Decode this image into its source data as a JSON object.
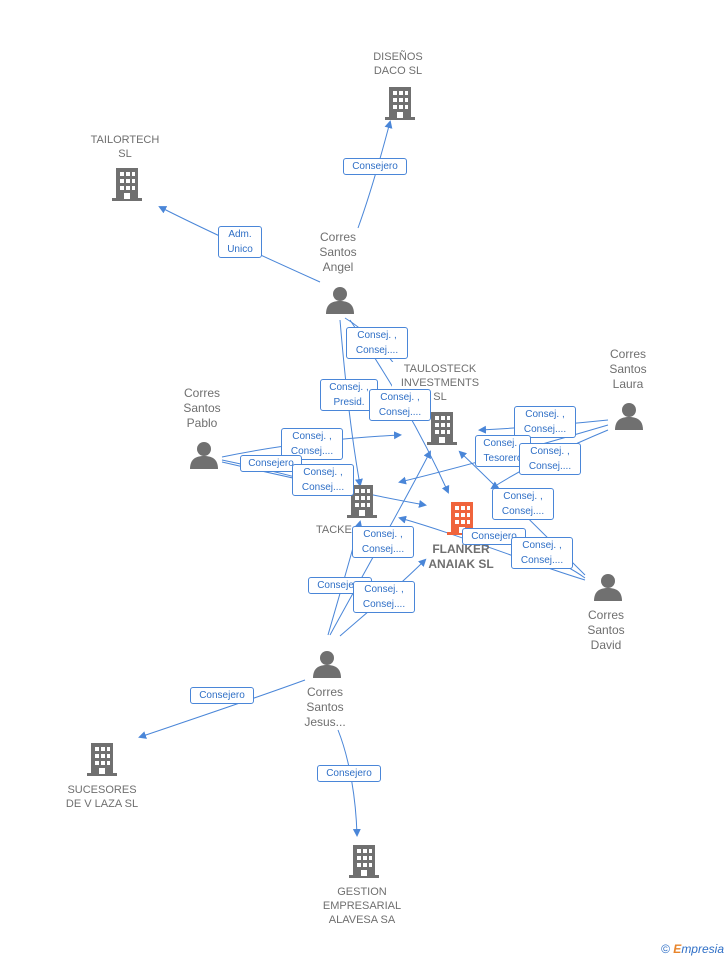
{
  "nodes": {
    "disenos": {
      "label": "DISEÑOS\nDACO  SL",
      "type": "company"
    },
    "tailortech": {
      "label": "TAILORTECH\nSL",
      "type": "company"
    },
    "angel": {
      "label": "Corres\nSantos\nAngel",
      "type": "person"
    },
    "taulosteck": {
      "label": "TAULOSTECK\nINVESTMENTS\nSL",
      "type": "company"
    },
    "pablo": {
      "label": "Corres\nSantos\nPablo",
      "type": "person"
    },
    "laura": {
      "label": "Corres\nSantos\nLaura",
      "type": "person"
    },
    "tacke": {
      "label": "TACKE",
      "type": "company"
    },
    "flanker": {
      "label": "FLANKER\nANAIAK  SL",
      "type": "focus"
    },
    "david": {
      "label": "Corres\nSantos\nDavid",
      "type": "person"
    },
    "jesus": {
      "label": "Corres\nSantos\nJesus...",
      "type": "person"
    },
    "sucesores": {
      "label": "SUCESORES\nDE V LAZA  SL",
      "type": "company"
    },
    "gestion": {
      "label": "GESTION\nEMPRESARIAL\nALAVESA SA",
      "type": "company"
    }
  },
  "edge_tags": {
    "t1": "Consejero",
    "t2": "Adm.\nUnico",
    "t3": "Consej. ,\nConsej....",
    "t4": "Consej. ,\nPresid.",
    "t5": "Consej. ,\nConsej....",
    "t6": "Consej. ,\nConsej....",
    "t7": "Consejero",
    "t8": "Consej. ,\nConsej....",
    "t9": "Consej. ,\nConsej....",
    "t10": "Consej. ,\nTesorero",
    "t11": "Consej. ,\nConsej....",
    "t12": "Consej. ,\nConsej....",
    "t13": "Consejero",
    "t14": "Consej. ,\nConsej....",
    "t15": "Consej. ,\nConsej....",
    "t16": "Consejero",
    "t17": "Consej. ,\nConsej....",
    "t18": "Consejero",
    "t19": "Consejero"
  },
  "colors": {
    "edge": "#4a86d8",
    "icon": "#707070",
    "focus": "#f0643c"
  },
  "footer": {
    "copyright": "©",
    "brand_e": "E",
    "brand_rest": "mpresia"
  }
}
